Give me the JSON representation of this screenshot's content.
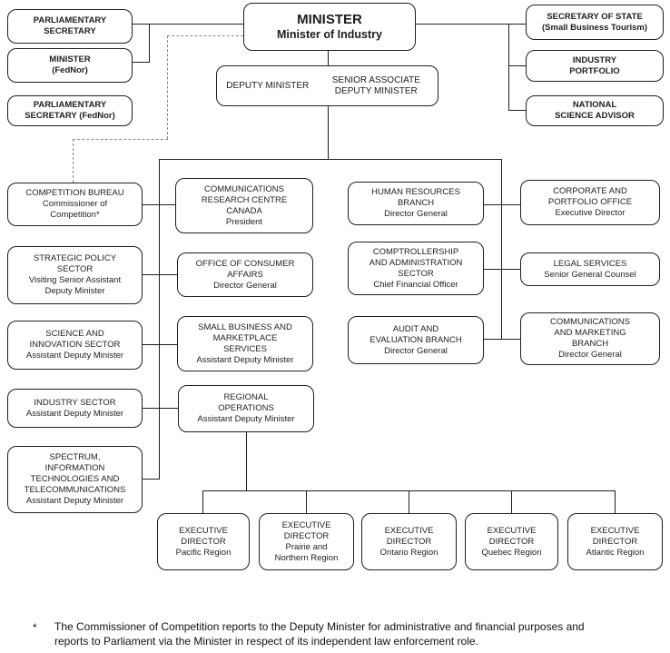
{
  "colors": {
    "box_border": "#1f1f1f",
    "connector_line": "#1f1f1f",
    "dashed_line": "#8a8a8a",
    "background": "#ffffff"
  },
  "minister": {
    "title": "MINISTER",
    "subtitle": "Minister of Industry"
  },
  "deputy": {
    "left": "DEPUTY MINISTER",
    "right": "SENIOR ASSOCIATE\nDEPUTY MINISTER"
  },
  "nodes": {
    "parliamentary_secretary": "PARLIAMENTARY\nSECRETARY",
    "minister_fednor": "MINISTER\n(FedNor)",
    "parliamentary_secretary_fednor": "PARLIAMENTARY\nSECRETARY (FedNor)",
    "secretary_of_state": "SECRETARY OF STATE\n(Small Business Tourism)",
    "industry_portfolio": "INDUSTRY\nPORTFOLIO",
    "national_science_advisor": "NATIONAL\nSCIENCE ADVISOR",
    "competition_bureau": "COMPETITION BUREAU\nCommissioner of\nCompetition*",
    "strategic_policy": "STRATEGIC POLICY\nSECTOR\nVisiting Senior Assistant\nDeputy Minister",
    "science_innovation": "SCIENCE AND\nINNOVATION SECTOR\nAssistant Deputy Minister",
    "industry_sector": "INDUSTRY SECTOR\nAssistant Deputy Minister",
    "spectrum": "SPECTRUM,\nINFORMATION\nTECHNOLOGIES AND\nTELECOMMUNICATIONS\nAssistant Deputy Minister",
    "crc": "COMMUNICATIONS\nRESEARCH CENTRE\nCANADA\nPresident",
    "consumer_affairs": "OFFICE OF CONSUMER\nAFFAIRS\nDirector General",
    "small_business": "SMALL BUSINESS AND\nMARKETPLACE\nSERVICES\nAssistant Deputy Minister",
    "regional_operations": "REGIONAL\nOPERATIONS\nAssistant Deputy Minister",
    "human_resources": "HUMAN RESOURCES\nBRANCH\nDirector General",
    "comptrollership": "COMPTROLLERSHIP\nAND ADMINISTRATION\nSECTOR\nChief Financial Officer",
    "audit": "AUDIT AND\nEVALUATION BRANCH\nDirector General",
    "corporate_portfolio": "CORPORATE AND\nPORTFOLIO OFFICE\nExecutive Director",
    "legal_services": "LEGAL SERVICES\nSenior General Counsel",
    "communications_marketing": "COMMUNICATIONS\nAND MARKETING\nBRANCH\nDirector General",
    "exec_pacific": "EXECUTIVE\nDIRECTOR\nPacific Region",
    "exec_prairie": "EXECUTIVE\nDIRECTOR\nPrairie and\nNorthern Region",
    "exec_ontario": "EXECUTIVE\nDIRECTOR\nOntario Region",
    "exec_quebec": "EXECUTIVE\nDIRECTOR\nQuebec Region",
    "exec_atlantic": "EXECUTIVE\nDIRECTOR\nAtlantic Region"
  },
  "footnote": {
    "marker": "*",
    "text": "The Commissioner of Competition reports to the Deputy Minister for administrative and financial purposes and\nreports to Parliament via the Minister in respect of its independent law enforcement role."
  }
}
